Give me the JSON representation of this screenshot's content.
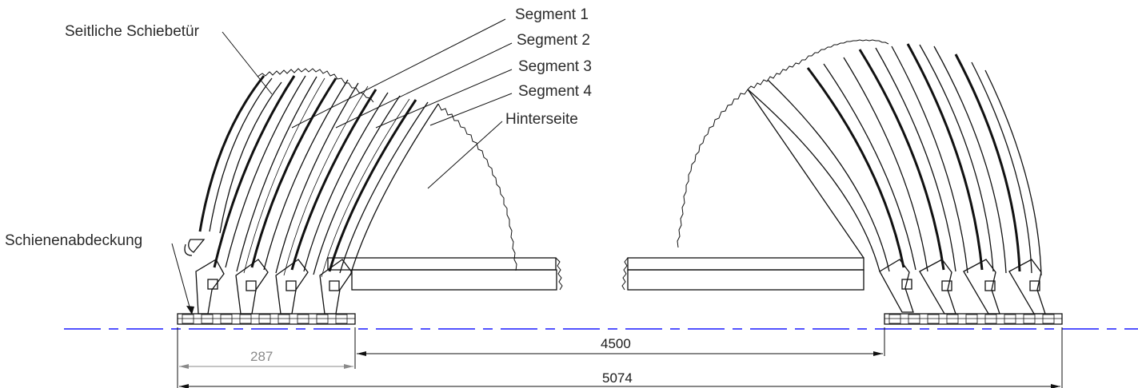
{
  "labels": {
    "segment1": "Segment 1",
    "segment2": "Segment 2",
    "segment3": "Segment 3",
    "segment4": "Segment 4",
    "hinterseite": "Hinterseite",
    "schiebetuer": "Seitliche Schiebetür",
    "schienenabdeckung": "Schienenabdeckung"
  },
  "dimensions": {
    "d287": "287",
    "d4500": "4500",
    "d5074": "5074"
  },
  "colors": {
    "centerline": "#1a1aff",
    "linework": "#111111",
    "grey_dimension": "#8a8a8a"
  }
}
